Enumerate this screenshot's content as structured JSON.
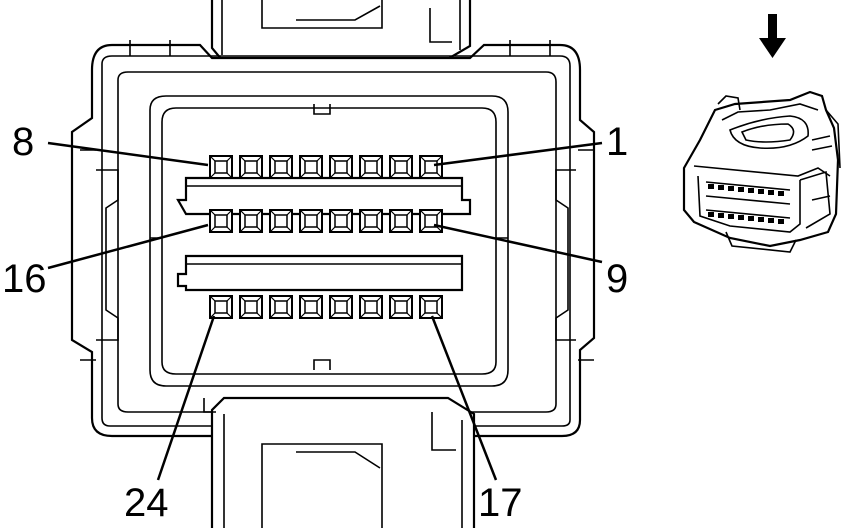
{
  "diagram": {
    "pin_labels": {
      "top_left": "8",
      "top_right": "1",
      "middle_left": "16",
      "middle_right": "9",
      "bottom_left": "24",
      "bottom_right": "17"
    },
    "pin_rows": [
      {
        "first_pin": 1,
        "last_pin": 8,
        "count": 8
      },
      {
        "first_pin": 9,
        "last_pin": 16,
        "count": 8
      },
      {
        "first_pin": 17,
        "last_pin": 24,
        "count": 8
      }
    ],
    "view_arrow": {
      "direction": "down",
      "icon": "arrow-down-icon"
    },
    "colors": {
      "stroke": "#000000",
      "background": "#ffffff"
    }
  }
}
